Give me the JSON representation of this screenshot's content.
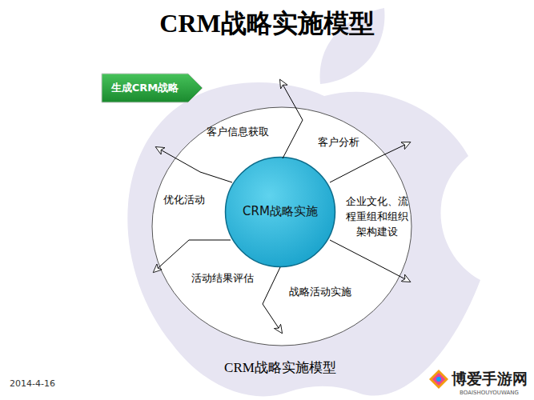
{
  "diagram": {
    "title": "CRM战略实施模型",
    "caption": "CRM战略实施模型",
    "nodes": [
      {
        "text": [
          "生成CRM战略"
        ]
      },
      {
        "text": [
          "客户信息获取",
          "客户分析",
          "企业文化、流程重组和组织架构建设",
          "战略活动实施",
          "活动结果评估",
          "优化活动"
        ]
      },
      {
        "text": [
          "CRM战略实施"
        ],
        "in": 1
      }
    ],
    "labels": [
      "2014-4-16",
      "博爱手游网",
      "BOAISHOUYOUWANG"
    ]
  }
}
